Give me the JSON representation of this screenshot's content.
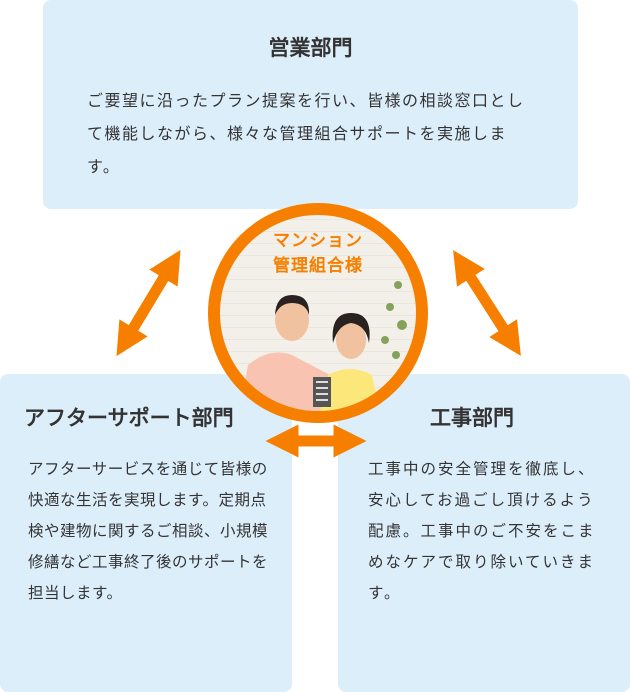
{
  "sales": {
    "title": "営業部門",
    "description": "ご要望に沿ったプラン提案を行い、皆様の相談窓口として機能しながら、様々な管理組合サポートを実施します。"
  },
  "center": {
    "line1": "マンション",
    "line2": "管理組合様"
  },
  "after_service": {
    "title": "アフターサポート部門",
    "description": "アフターサービスを通じて皆様の快適な生活を実現します。定期点検や建物に関するご相談、小規模修繕など工事終了後のサポートを担当します。"
  },
  "construction": {
    "title": "工事部門",
    "description": "工事中の安全管理を徹底し、安心してお過ごし頂けるよう配慮。工事中のご不安をこまめなケアで取り除いていきます。"
  },
  "colors": {
    "accent": "#f77f00",
    "box": "#ddeefb"
  }
}
